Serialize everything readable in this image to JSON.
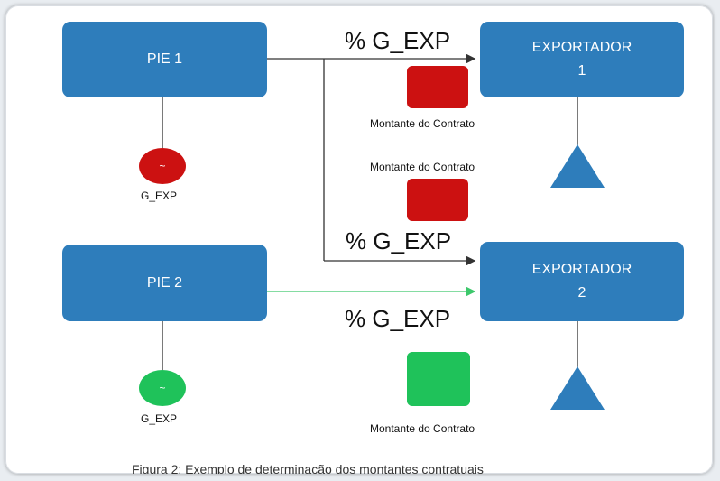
{
  "colors": {
    "box": "#2e7dbb",
    "contract_red": "#cc1111",
    "contract_green": "#1fc25a",
    "arrow_black": "#333333",
    "arrow_green": "#3cc86b"
  },
  "nodes": {
    "pie1": "PIE 1",
    "pie2": "PIE 2",
    "exportador1": "EXPORTADOR\n1",
    "exportador2": "EXPORTADOR\n2"
  },
  "labels": {
    "pct_top": "% G_EXP",
    "pct_mid": "% G_EXP",
    "pct_bottom": "% G_EXP",
    "montante_1": "Montante do Contrato",
    "montante_2": "Montante do Contrato",
    "montante_3": "Montante do Contrato"
  },
  "generators": {
    "gen1_symbol": "~",
    "gen1_label": "G_EXP",
    "gen2_symbol": "~",
    "gen2_label": "G_EXP"
  },
  "caption": "Figura 2: Exemplo de determinação dos montantes contratuais"
}
